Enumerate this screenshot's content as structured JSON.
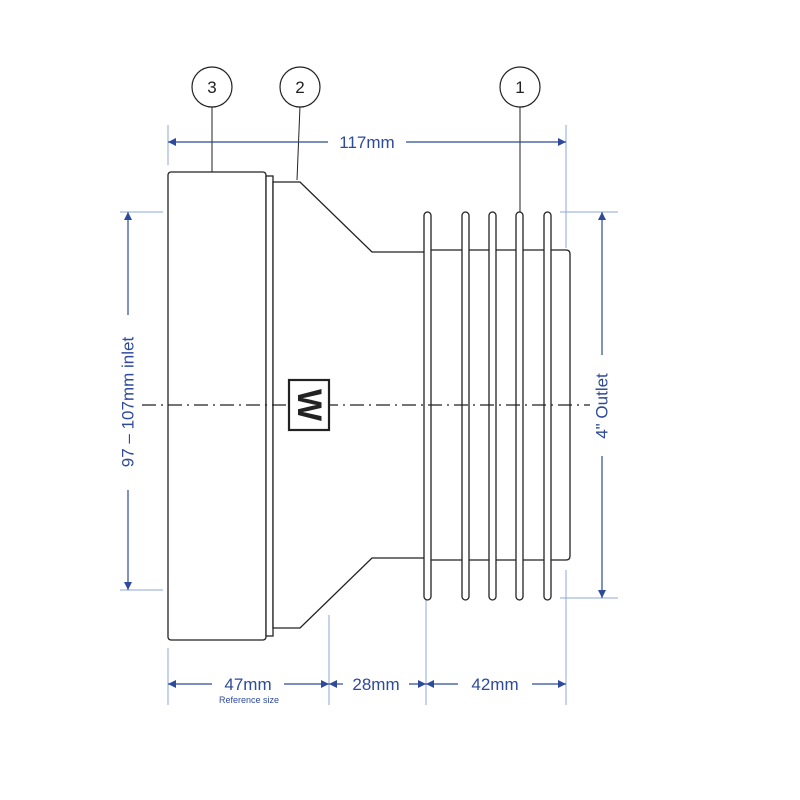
{
  "colors": {
    "outline": "#222222",
    "dimension": "#2e4a9a",
    "guide": "#8fa6d8",
    "background": "#ffffff"
  },
  "callouts": [
    {
      "label": "3"
    },
    {
      "label": "2"
    },
    {
      "label": "1"
    }
  ],
  "dimensions": {
    "overall_length": "117mm",
    "inlet_section": "47mm",
    "inlet_note": "Reference size",
    "taper_section": "28mm",
    "outlet_section": "42mm",
    "inlet_diameter": "97 – 107mm inlet",
    "outlet_diameter": "4\" Outlet"
  },
  "logo": {
    "letter": "W"
  }
}
